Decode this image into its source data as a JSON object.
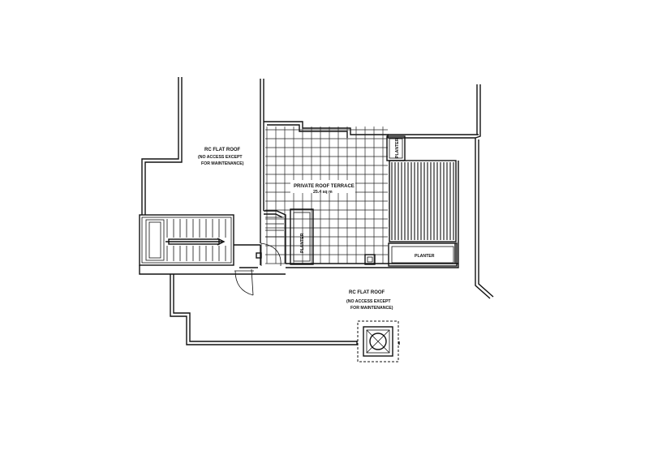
{
  "plan": {
    "roof_upper": {
      "title": "RC FLAT ROOF",
      "note_line1": "(NO ACCESS EXCEPT",
      "note_line2": "FOR MAINTENANCE)"
    },
    "roof_lower": {
      "title": "RC FLAT ROOF",
      "note_line1": "(NO ACCESS EXCEPT",
      "note_line2": "FOR MAINTENANCE)"
    },
    "terrace": {
      "title": "PRIVATE ROOF TERRACE",
      "area": "25.4 sq m"
    },
    "planters": {
      "top_right": "PLANTER",
      "left_vertical": "PLANTER",
      "bottom_right": "PLANTER"
    }
  }
}
